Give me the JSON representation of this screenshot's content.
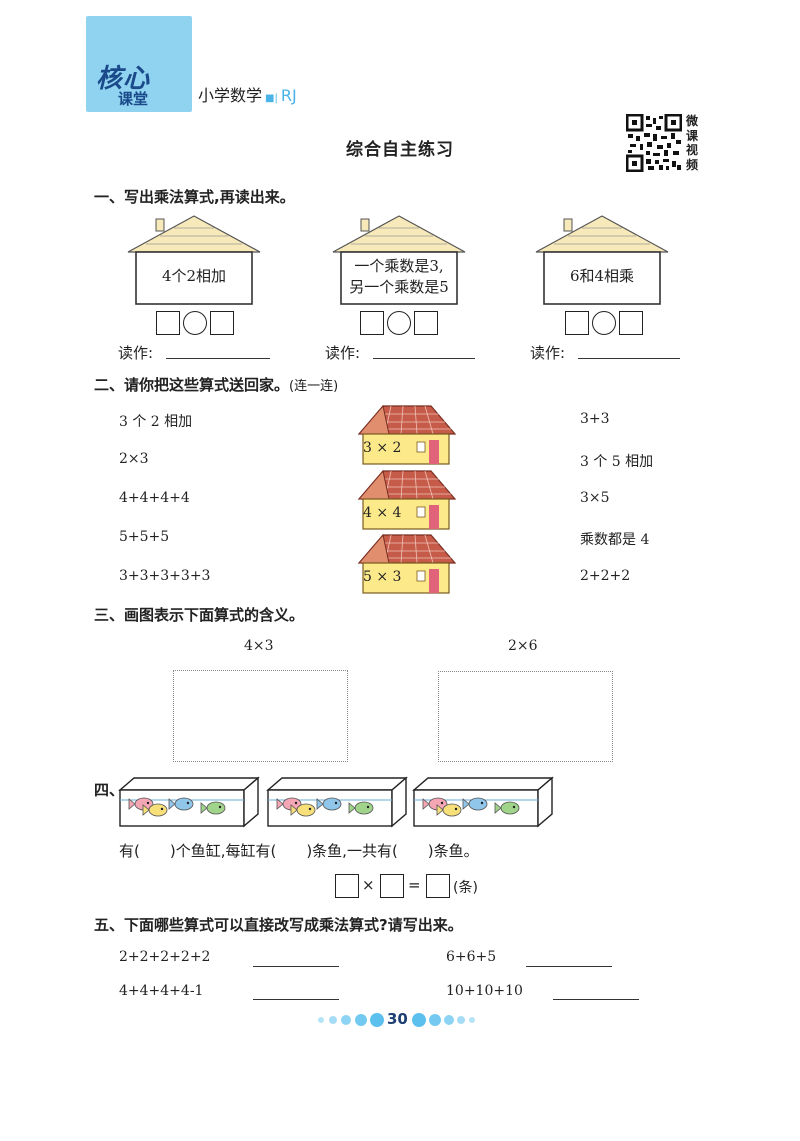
{
  "header": {
    "logo_line1": "核心",
    "logo_line2": "课堂",
    "subject": "小学数学",
    "edition": "RJ",
    "qr_label": [
      "微",
      "课",
      "视",
      "频"
    ]
  },
  "title": "综合自主练习",
  "section1": {
    "heading": "一、写出乘法算式,再读出来。",
    "houses": [
      {
        "lines": [
          "4个2相加"
        ]
      },
      {
        "lines": [
          "一个乘数是3,",
          "另一个乘数是5"
        ]
      },
      {
        "lines": [
          "6和4相乘"
        ]
      }
    ],
    "read_label": "读作:"
  },
  "section2": {
    "heading": "二、请你把这些算式送回家。",
    "note": "(连一连)",
    "left": [
      "3 个 2 相加",
      "2×3",
      "4+4+4+4",
      "5+5+5",
      "3+3+3+3+3"
    ],
    "houses": [
      "3 × 2",
      "4 × 4",
      "5 × 3"
    ],
    "right": [
      "3+3",
      "3 个 5 相加",
      "3×5",
      "乘数都是 4",
      "2+2+2"
    ]
  },
  "section3": {
    "heading": "三、画图表示下面算式的含义。",
    "exprs": [
      "4×3",
      "2×6"
    ]
  },
  "section4": {
    "heading": "四、",
    "sentence": "有(　　)个鱼缸,每缸有(　　)条鱼,一共有(　　)条鱼。",
    "times": "×",
    "equals": "=",
    "unit": "(条)"
  },
  "section5": {
    "heading": "五、下面哪些算式可以直接改写成乘法算式?请写出来。",
    "left": [
      "2+2+2+2+2",
      "4+4+4+4-1"
    ],
    "right": [
      "6+6+5",
      "10+10+10"
    ]
  },
  "footer": {
    "page_number": "30"
  },
  "colors": {
    "logo_bg": "#8fd3f1",
    "accent_blue": "#4ab3e8",
    "roof_fill": "#f7e9b9",
    "tile_roof": "#c75b4a",
    "house_wall": "#fbe98a",
    "door": "#e0637a"
  }
}
